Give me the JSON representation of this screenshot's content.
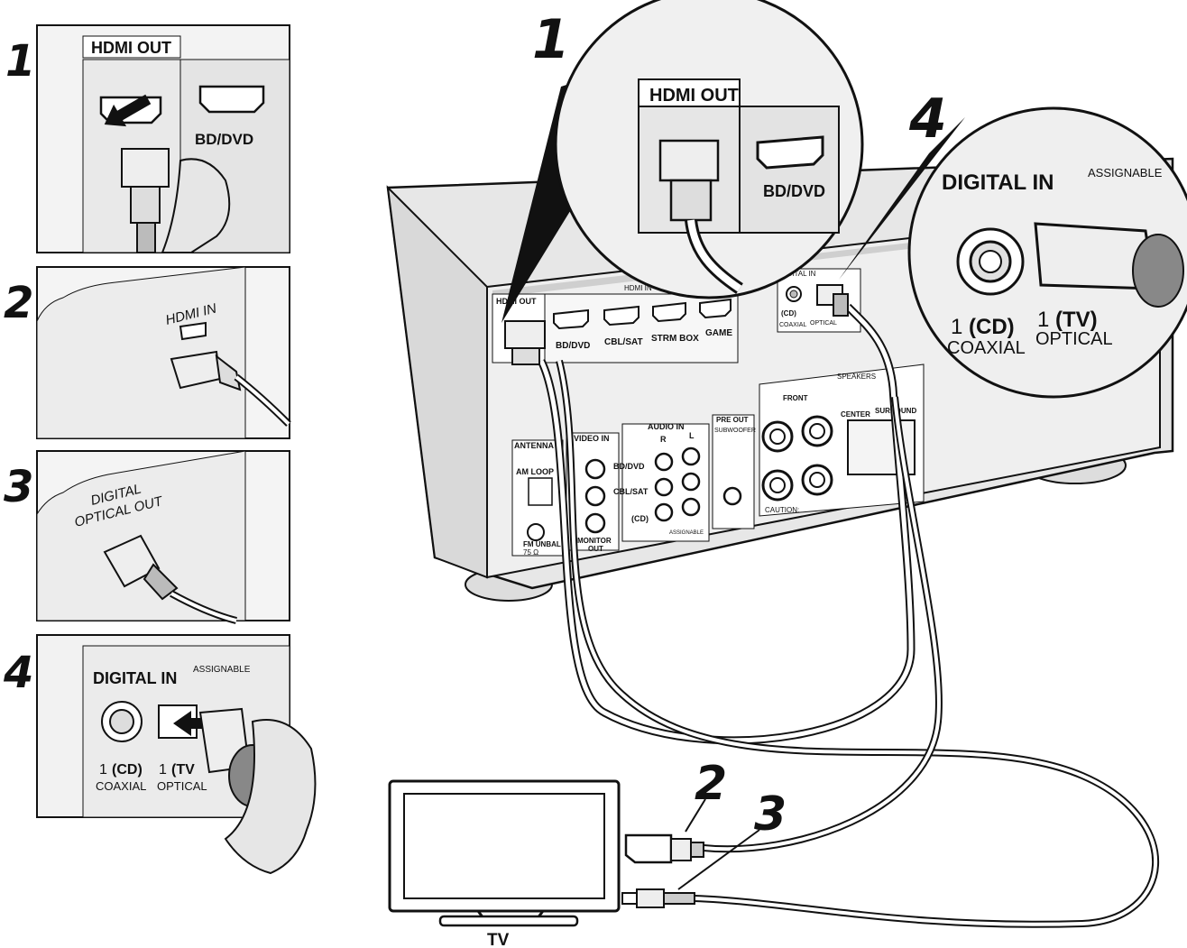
{
  "steps": {
    "s1": "1",
    "s2": "2",
    "s3": "3",
    "s4": "4",
    "big1": "1",
    "big4": "4",
    "tv2": "2",
    "tv3": "3"
  },
  "panel1": {
    "port_label": "HDMI OUT",
    "neighbor_label": "BD/DVD"
  },
  "panel2": {
    "port_label": "HDMI IN"
  },
  "panel3": {
    "line1": "DIGITAL",
    "line2": "OPTICAL OUT"
  },
  "panel4": {
    "title": "DIGITAL IN",
    "assignable": "ASSIGNABLE",
    "coax_num": "1",
    "coax_tag": "(CD)",
    "coax_label": "COAXIAL",
    "opt_num": "1",
    "opt_tag": "(TV",
    "opt_label": "OPTICAL"
  },
  "zoom1": {
    "port_label": "HDMI OUT",
    "neighbor_label": "BD/DVD"
  },
  "zoom4": {
    "title": "DIGITAL IN",
    "assignable": "ASSIGNABLE",
    "coax_num": "1",
    "coax_tag": "(CD)",
    "coax_label": "COAXIAL",
    "opt_num": "1",
    "opt_tag": "(TV)",
    "opt_label": "OPTICAL"
  },
  "receiver": {
    "hdmi_out": "HDMI OUT",
    "hdmi_in": "HDMI IN",
    "hdmi_inputs": [
      "BD/DVD",
      "CBL/SAT",
      "STRM BOX",
      "GAME"
    ],
    "digital_in": "DIGITAL IN",
    "coaxial": "COAXIAL",
    "optical": "OPTICAL",
    "cd": "(CD)",
    "antenna": "ANTENNA",
    "am_loop": "AM LOOP",
    "fm": "FM UNBAL",
    "ohm": "75 Ω",
    "video_in": "VIDEO IN",
    "monitor_out1": "MONITOR",
    "monitor_out2": "OUT",
    "audio_in": "AUDIO IN",
    "r": "R",
    "l": "L",
    "audio_rows": [
      "BD/DVD",
      "CBL/SAT",
      "(CD)"
    ],
    "assignable": "ASSIGNABLE",
    "pre_out": "PRE OUT",
    "subwoofer": "SUBWOOFER",
    "speakers": "SPEAKERS",
    "front": "FRONT",
    "center": "CENTER",
    "surround": "SURROUND",
    "caution": "CAUTION:"
  },
  "tv": {
    "label": "TV"
  }
}
